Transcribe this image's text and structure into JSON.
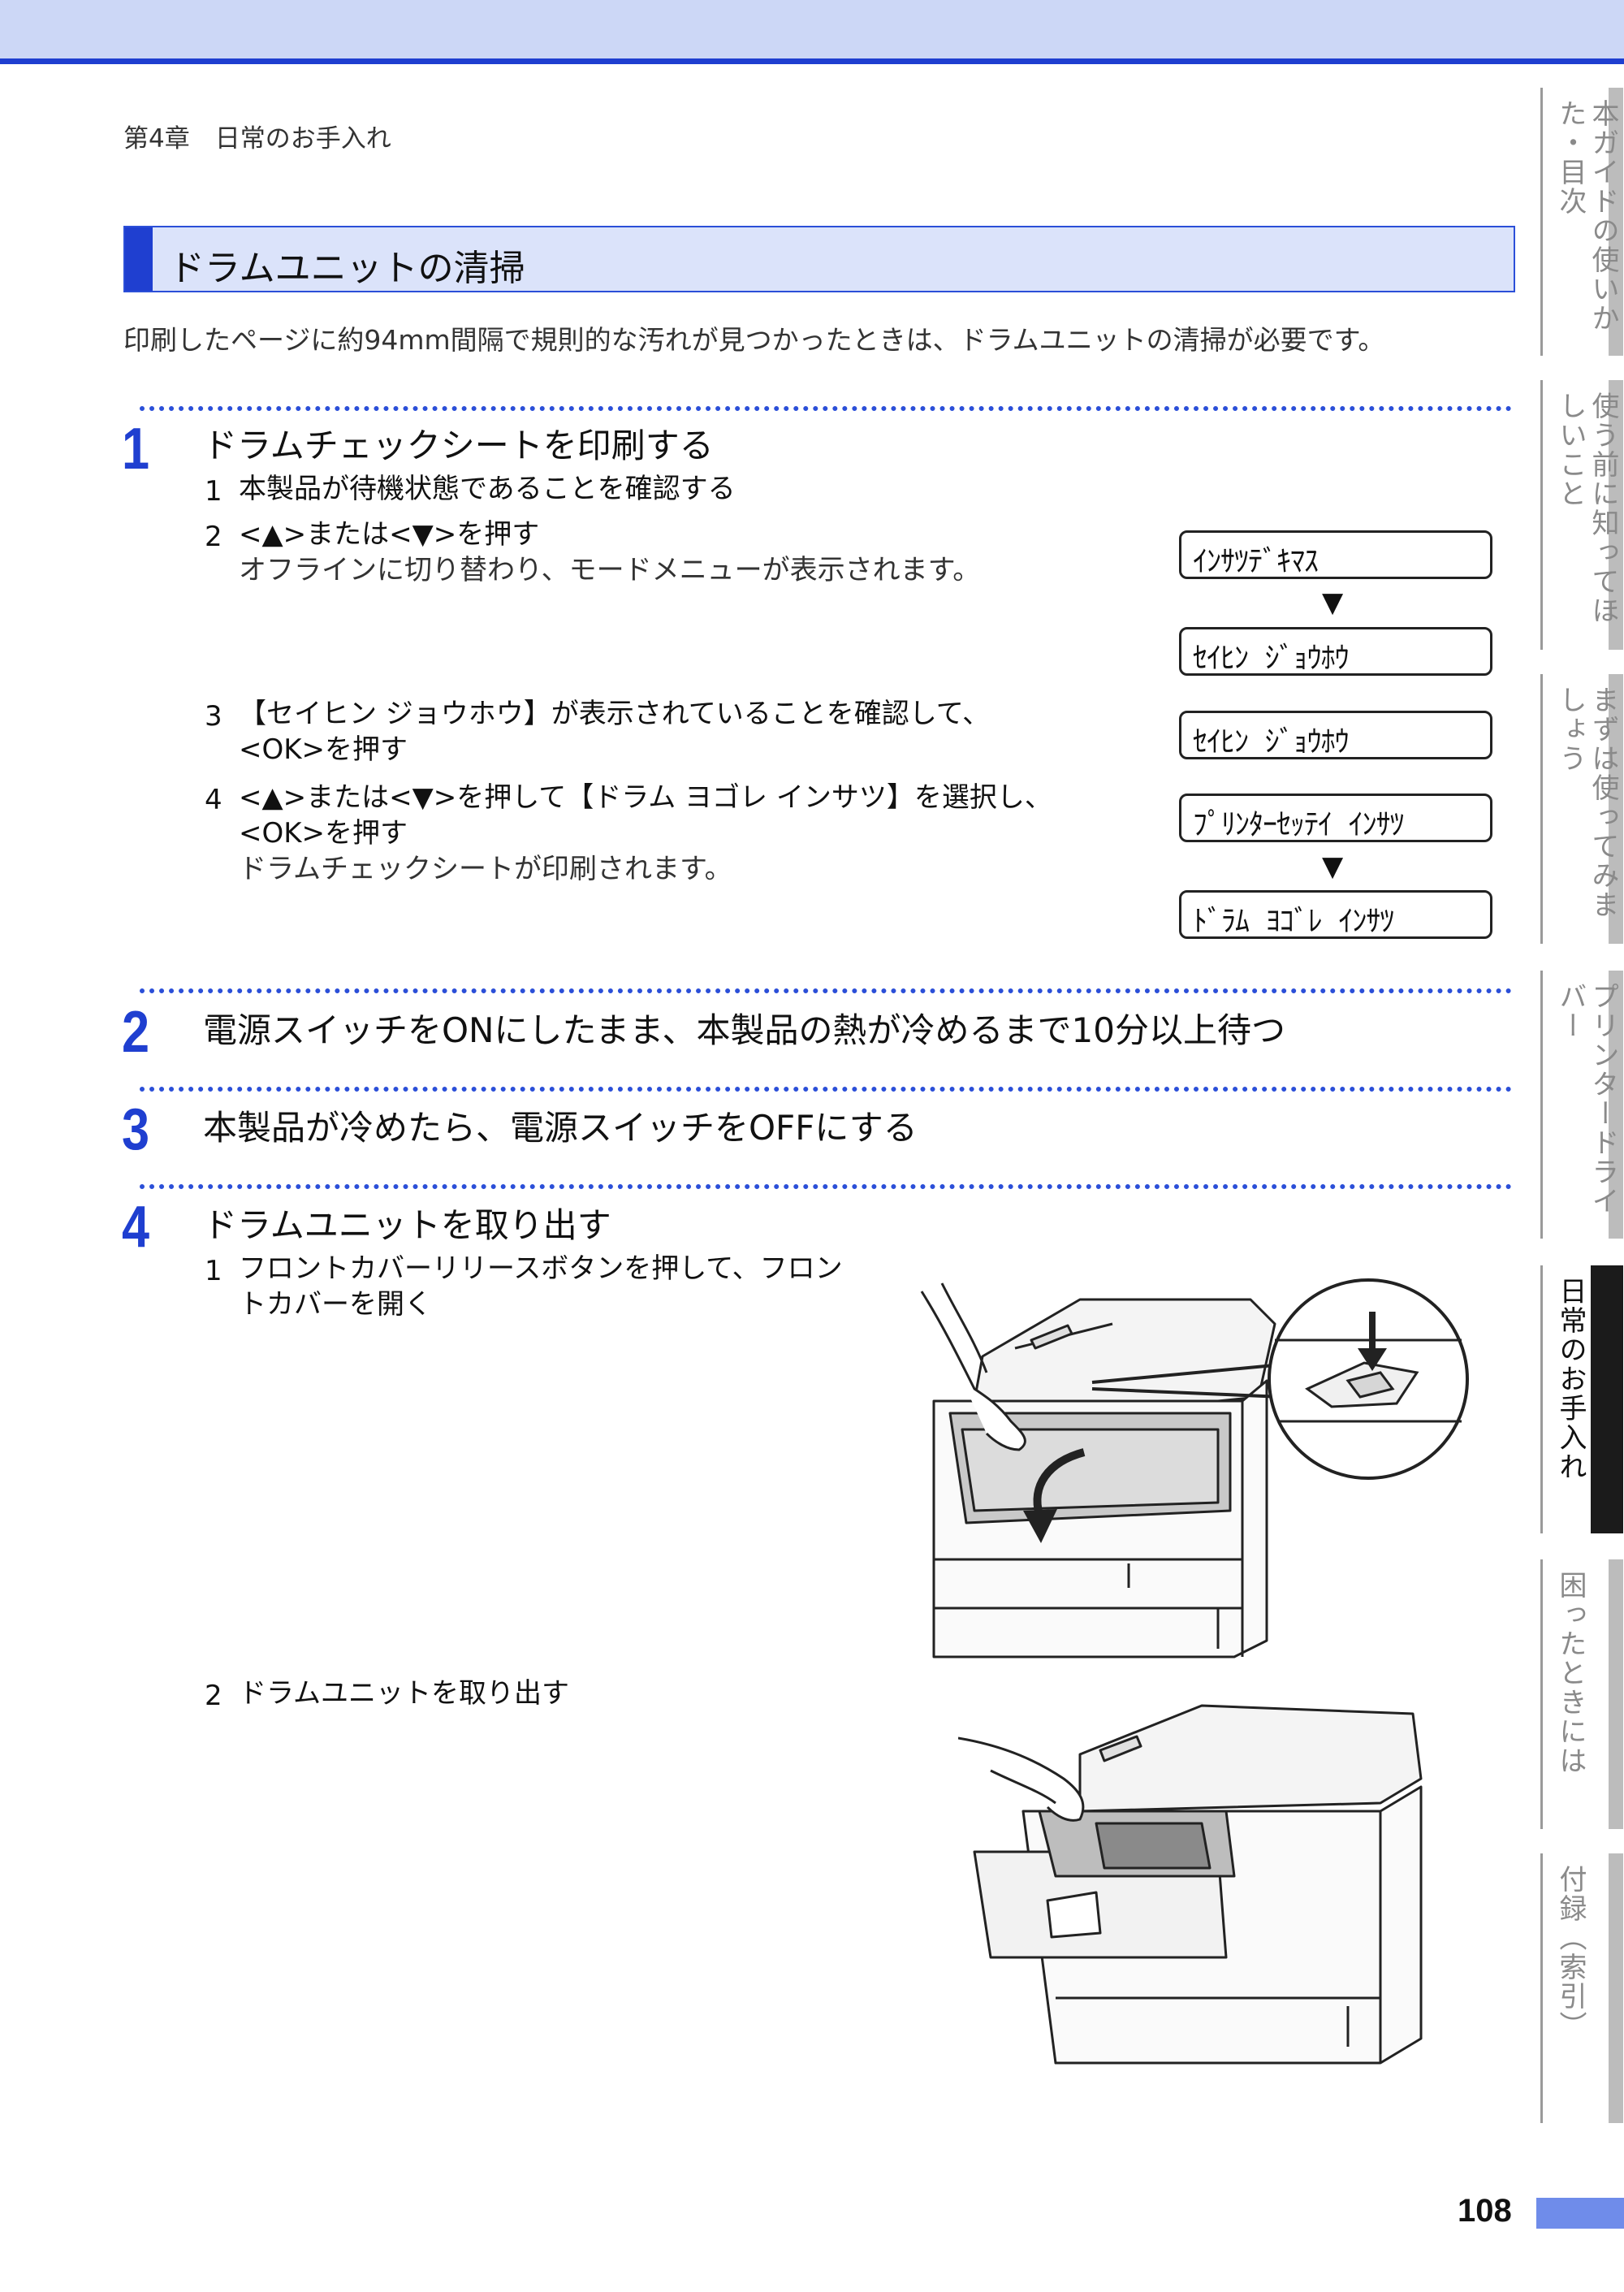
{
  "header": {
    "chapter": "第4章　日常のお手入れ"
  },
  "section": {
    "title": "ドラムユニットの清掃",
    "intro": "印刷したページに約94mm間隔で規則的な汚れが見つかったときは、ドラムユニットの清掃が必要です。"
  },
  "steps": [
    {
      "number": "1",
      "title": "ドラムチェックシートを印刷する",
      "substeps": [
        {
          "n": "1",
          "text": "本製品が待機状態であることを確認する",
          "note": ""
        },
        {
          "n": "2",
          "text": "<▲>または<▼>を押す",
          "note": "オフラインに切り替わり、モードメニューが表示されます。"
        },
        {
          "n": "3",
          "text": "【セイヒン ジョウホウ】が表示されていることを確認して、",
          "text2": "<OK>を押す",
          "note": ""
        },
        {
          "n": "4",
          "text": "<▲>または<▼>を押して【ドラム ヨゴレ インサツ】を選択し、",
          "text2": "<OK>を押す",
          "note": "ドラムチェックシートが印刷されます。"
        }
      ]
    },
    {
      "number": "2",
      "title": "電源スイッチをONにしたまま、本製品の熱が冷めるまで10分以上待つ"
    },
    {
      "number": "3",
      "title": "本製品が冷めたら、電源スイッチをOFFにする"
    },
    {
      "number": "4",
      "title": "ドラムユニットを取り出す",
      "substeps": [
        {
          "n": "1",
          "text": "フロントカバーリリースボタンを押して、フロン",
          "text2": "トカバーを開く"
        },
        {
          "n": "2",
          "text": "ドラムユニットを取り出す"
        }
      ]
    }
  ],
  "lcd": {
    "screen1": "ｲﾝｻﾂﾃﾞｷﾏｽ",
    "screen2": "ｾｲﾋﾝ ｼﾞｮｳﾎｳ",
    "screen3": "ｾｲﾋﾝ ｼﾞｮｳﾎｳ",
    "screen4": "ﾌﾟﾘﾝﾀｰｾｯﾃｲ ｲﾝｻﾂ",
    "screen5": "ﾄﾞﾗﾑ ﾖｺﾞﾚ ｲﾝｻﾂ",
    "arrow": "▼"
  },
  "side_tabs": [
    {
      "label": "本ガイドの使いかた・目次",
      "active": false
    },
    {
      "label": "使う前に知ってほしいこと",
      "active": false
    },
    {
      "label": "まずは使ってみましょう",
      "active": false
    },
    {
      "label": "プリンタードライバー",
      "active": false
    },
    {
      "label": "日常のお手入れ",
      "active": true
    },
    {
      "label": "困ったときには",
      "active": false
    },
    {
      "label": "付録（索引）",
      "active": false
    }
  ],
  "page_number": "108"
}
